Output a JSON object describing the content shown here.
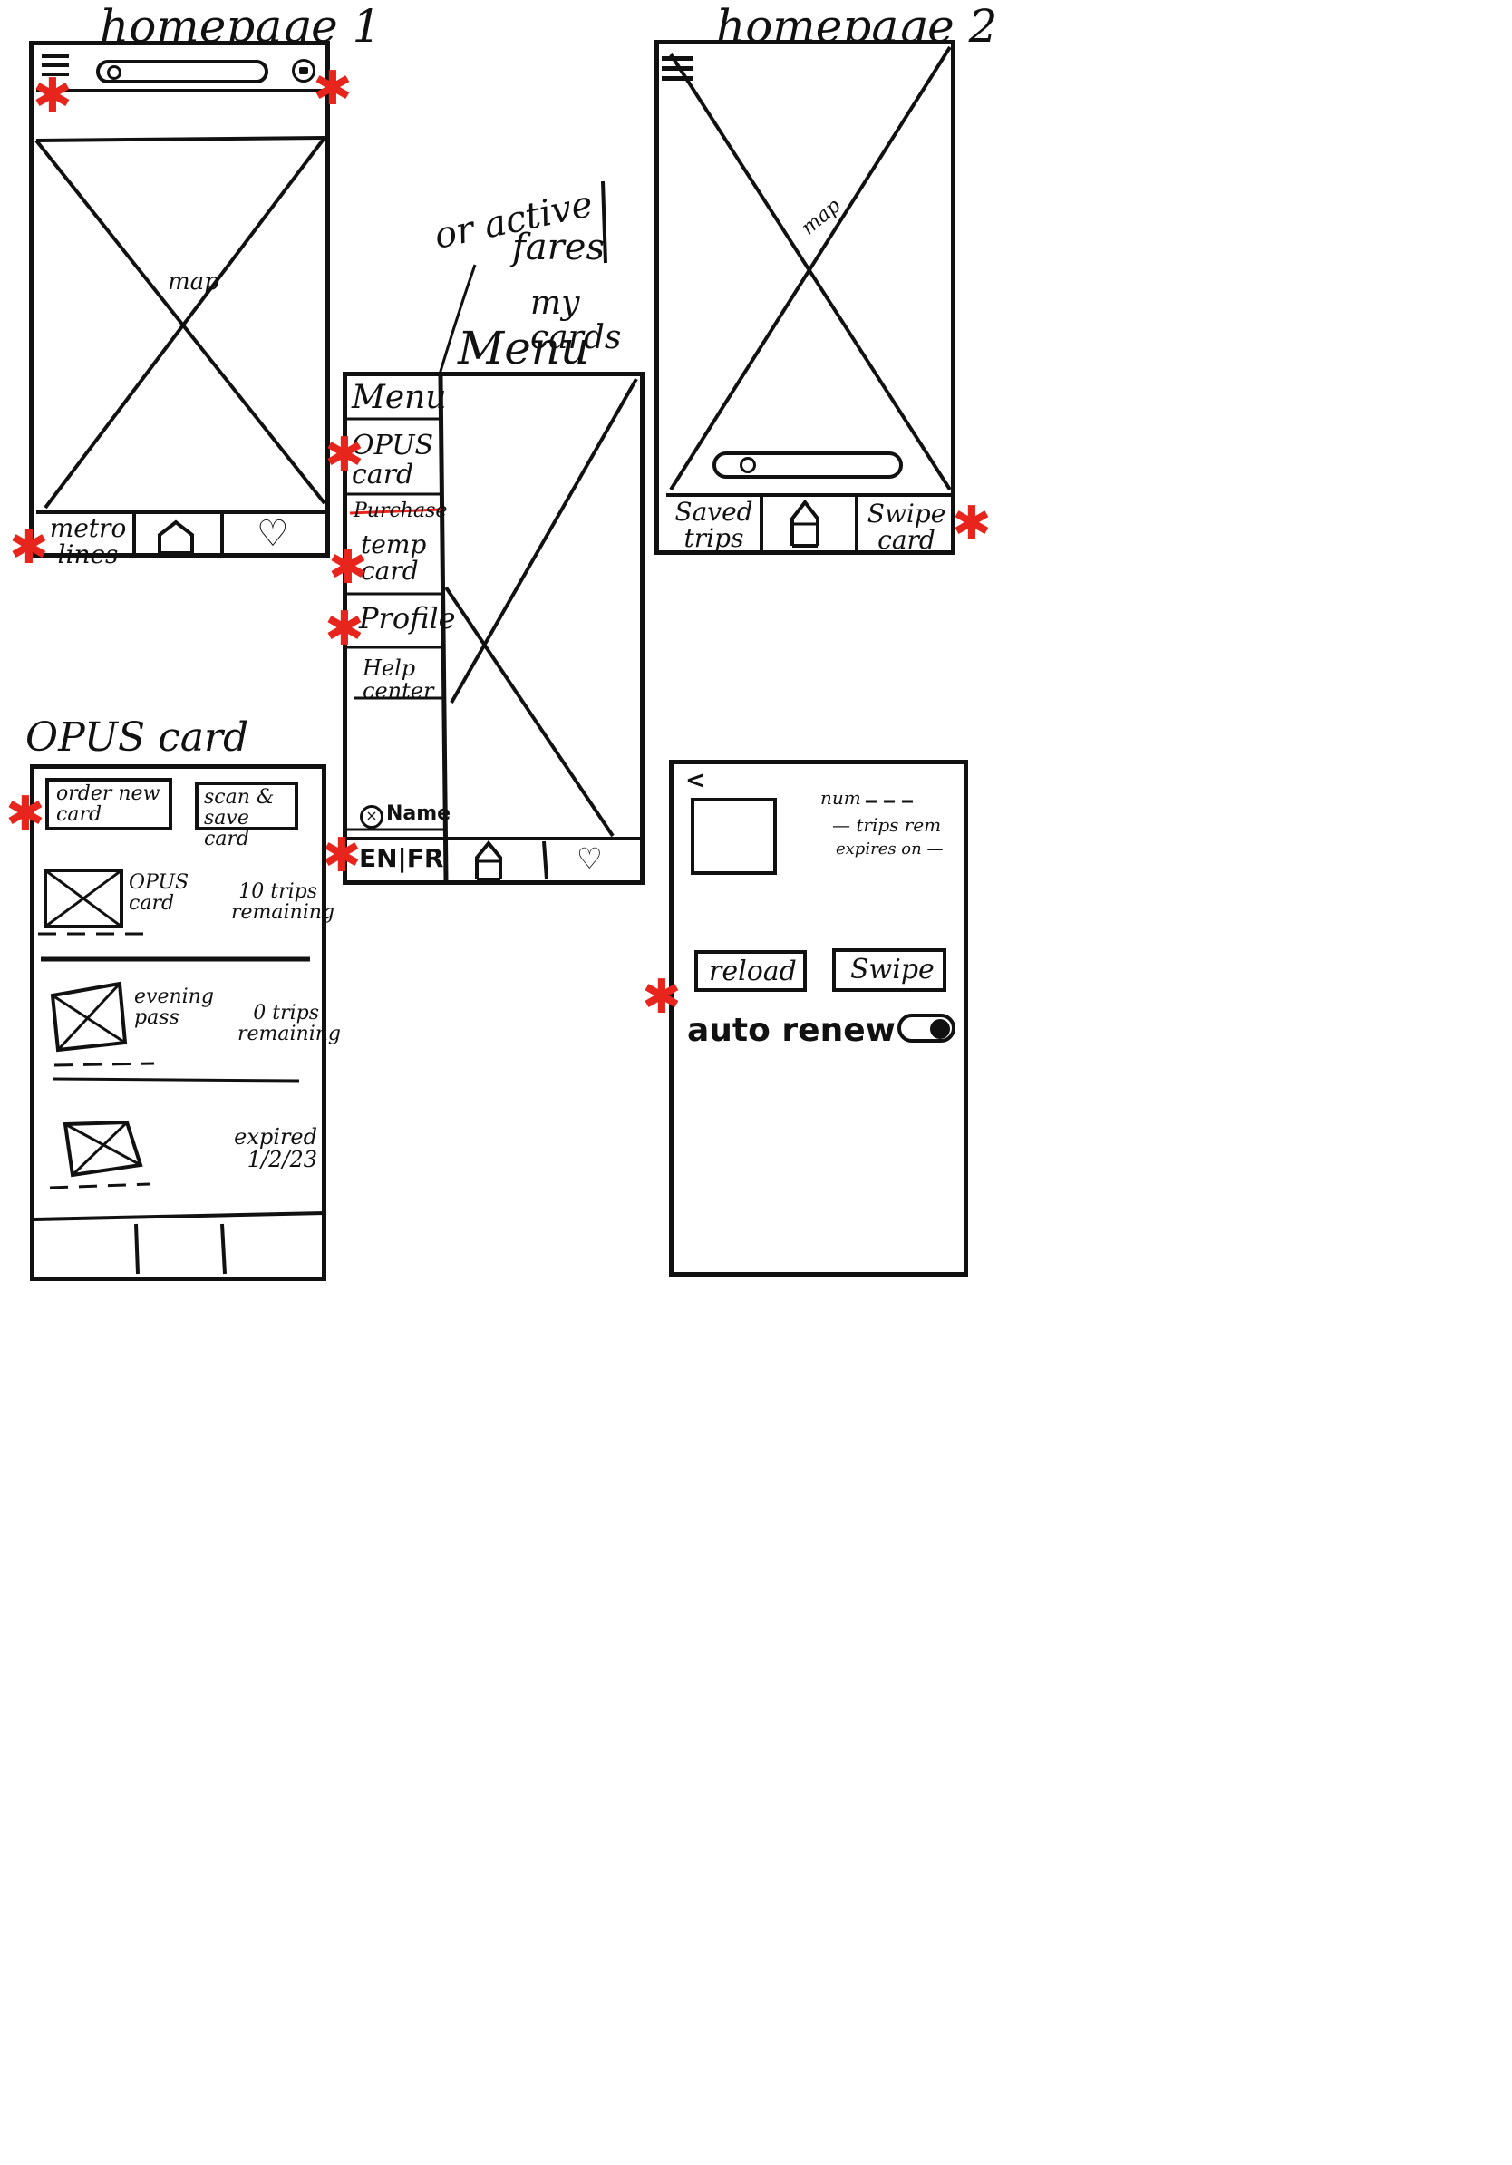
{
  "screens": {
    "home1": {
      "title": "homepage 1",
      "map_label": "map",
      "nav": {
        "metro_lines": "metro lines"
      }
    },
    "home2": {
      "title": "homepage 2",
      "map_label": "map",
      "nav": {
        "saved_trips": "Saved trips",
        "swipe_card": "Swipe card"
      }
    },
    "menu": {
      "title": "Menu",
      "annotation": {
        "line1": "or active",
        "line2": "fares",
        "line3": "my cards"
      },
      "items": [
        "Menu",
        "OPUS card",
        "Purchase",
        "temp card",
        "Profile",
        "Help center"
      ],
      "name": "Name",
      "lang": "EN|FR"
    },
    "opus": {
      "title": "OPUS card",
      "order_button": "order new card",
      "scan_button": "scan & save card",
      "cards": [
        {
          "name": "OPUS card",
          "status": "10 trips remaining"
        },
        {
          "name": "evening pass",
          "status": "0 trips remaining"
        },
        {
          "name": "",
          "status": "expired 1/2/23"
        }
      ]
    },
    "detail": {
      "back": "<",
      "num_label": "num",
      "trips_label": "— trips rem",
      "expires_label": "expires on —",
      "reload_button": "reload",
      "swipe_button": "Swipe",
      "autorenew_label": "auto renew"
    }
  },
  "colors": {
    "ink": "#111111",
    "annotation": "#e8251c"
  }
}
